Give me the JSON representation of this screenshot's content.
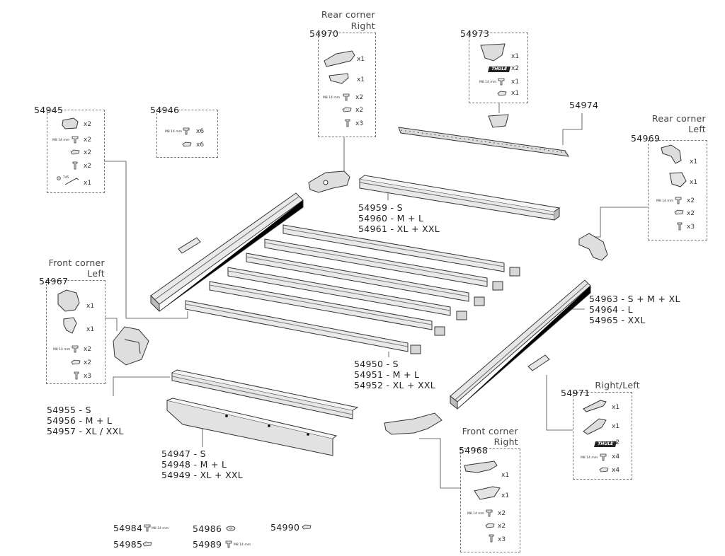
{
  "brand_mark": "THULE",
  "fastener_spec": "M8 14 mm",
  "tool_label": "T45",
  "qty": {
    "x1": "x1",
    "x2": "x2",
    "x3": "x3",
    "x4": "x4",
    "x6": "x6"
  },
  "kits": {
    "k54970": {
      "header": [
        "Rear corner",
        "Right"
      ],
      "number": "54970"
    },
    "k54973": {
      "number": "54973"
    },
    "k54945": {
      "number": "54945"
    },
    "k54946": {
      "number": "54946"
    },
    "k54969": {
      "header": [
        "Rear corner",
        "Left"
      ],
      "number": "54969"
    },
    "k54967": {
      "header": [
        "Front corner",
        "Left"
      ],
      "number": "54967"
    },
    "k54971": {
      "header": [
        "Right/Left"
      ],
      "number": "54971"
    },
    "k54968": {
      "header": [
        "Front corner",
        "Right"
      ],
      "number": "54968"
    }
  },
  "labels": {
    "p54974": "54974",
    "rear_rail": [
      "54959 - S",
      "54960 - M + L",
      "54961 - XL + XXL"
    ],
    "crossbars": [
      "54950 - S",
      "54951 - M + L",
      "54952 - XL + XXL"
    ],
    "side_rail": [
      "54963 - S + M + XL",
      "54964 - L",
      "54965 - XXL"
    ],
    "front_rail": [
      "54955 - S",
      "54956 - M + L",
      "54957 - XL / XXL"
    ],
    "fairing": [
      "54947 - S",
      "54948 - M + L",
      "54949 - XL + XXL"
    ]
  },
  "loose_parts": [
    {
      "number": "54984"
    },
    {
      "number": "54985"
    },
    {
      "number": "54986"
    },
    {
      "number": "54989"
    },
    {
      "number": "54990"
    }
  ]
}
